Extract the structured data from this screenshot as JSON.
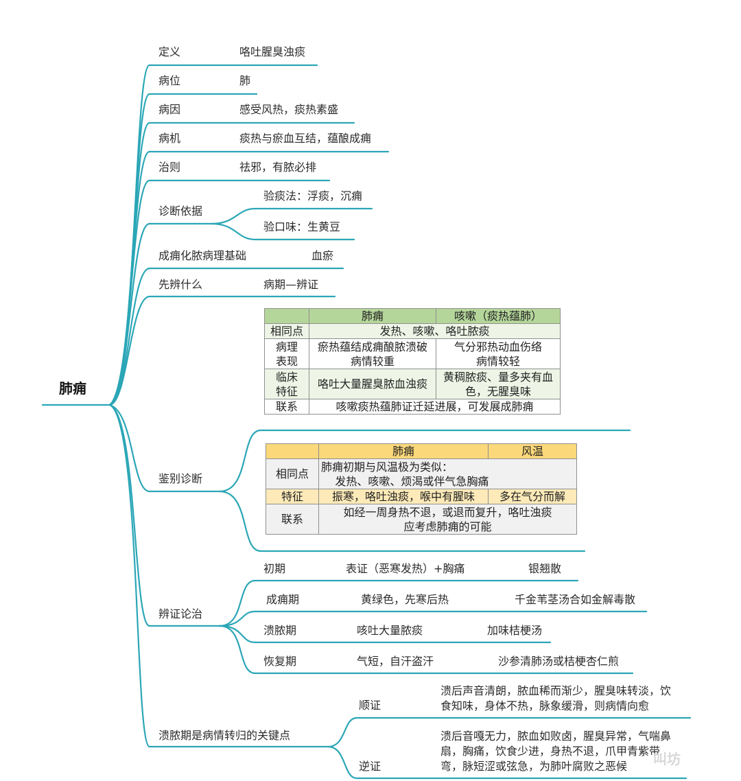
{
  "root": "肺痈",
  "branches": {
    "def": {
      "label": "定义",
      "value": "咯吐腥臭浊痰"
    },
    "site": {
      "label": "病位",
      "value": "肺"
    },
    "cause": {
      "label": "病因",
      "value": "感受风热，痰热素盛"
    },
    "mech": {
      "label": "病机",
      "value": "痰热与瘀血互结，蕴酿成痈"
    },
    "rule": {
      "label": "治则",
      "value": "祛邪，有脓必排"
    },
    "diag": {
      "label": "诊断依据",
      "items": [
        "验痰法：浮痰，沉痈",
        "验口味：生黄豆"
      ]
    },
    "basis": {
      "label": "成痈化脓病理基础",
      "value": "血瘀"
    },
    "first": {
      "label": "先辨什么",
      "value": "病期—辨证"
    },
    "diff": {
      "label": "鉴别诊断",
      "table1": {
        "headers": [
          "肺痈",
          "咳嗽（痰热蕴肺）"
        ],
        "same_label": "相同点",
        "same": "发热、咳嗽、咯吐脓痰",
        "path_label": [
          "病理",
          "表现"
        ],
        "path": [
          "瘀热蕴结成痈酿脓溃破",
          "病情较重",
          "气分邪热动血伤络",
          "病情较轻"
        ],
        "clin_label": [
          "临床",
          "特征"
        ],
        "clin": [
          "咯吐大量腥臭脓血浊痰",
          "黄稠脓痰、量多夹有血",
          "色，无腥臭味"
        ],
        "link_label": "联系",
        "link": "咳嗽痰热蕴肺证迁延进展，可发展成肺痈"
      },
      "table2": {
        "headers": [
          "肺痈",
          "风温"
        ],
        "same_label": "相同点",
        "same": [
          "肺痈初期与风温极为类似：",
          "发热、咳嗽、烦渴或伴气急胸痛"
        ],
        "feat_label": "特征",
        "feat": [
          "振寒，咯吐浊痰，喉中有腥味",
          "多在气分而解"
        ],
        "link_label": "联系",
        "link": [
          "如经一周身热不退，或退而复升，咯吐浊痰",
          "应考虑肺痈的可能"
        ]
      }
    },
    "treat": {
      "label": "辨证论治",
      "stages": [
        {
          "stage": "初期",
          "sign": "表证（恶寒发热）+胸痛",
          "rx": "银翘散"
        },
        {
          "stage": "成痈期",
          "sign": "黄绿色，先寒后热",
          "rx": "千金苇茎汤合如金解毒散"
        },
        {
          "stage": "溃脓期",
          "sign": "咳吐大量脓痰",
          "rx": "加味桔梗汤"
        },
        {
          "stage": "恢复期",
          "sign": "气短，自汗盗汗",
          "rx": "沙参清肺汤或桔梗杏仁煎"
        }
      ]
    },
    "key": {
      "label": "溃脓期是病情转归的关键点",
      "good": {
        "label": "顺证",
        "text": [
          "溃后声音清朗，脓血稀而渐少，腥臭味转淡，饮",
          "食知味，身体不热，脉象缓滑，则病情向愈"
        ]
      },
      "bad": {
        "label": "逆证",
        "text": [
          "溃后音嘎无力，脓血如败卤，腥臭异常，气喘鼻",
          "扇，胸痛，饮食少进，身热不退，爪甲青紫带",
          "弯，脉短涩或弦急，为肺叶腐败之恶候"
        ]
      }
    }
  },
  "watermark": "叫坊",
  "colors": {
    "line": "#2aa6b6"
  }
}
